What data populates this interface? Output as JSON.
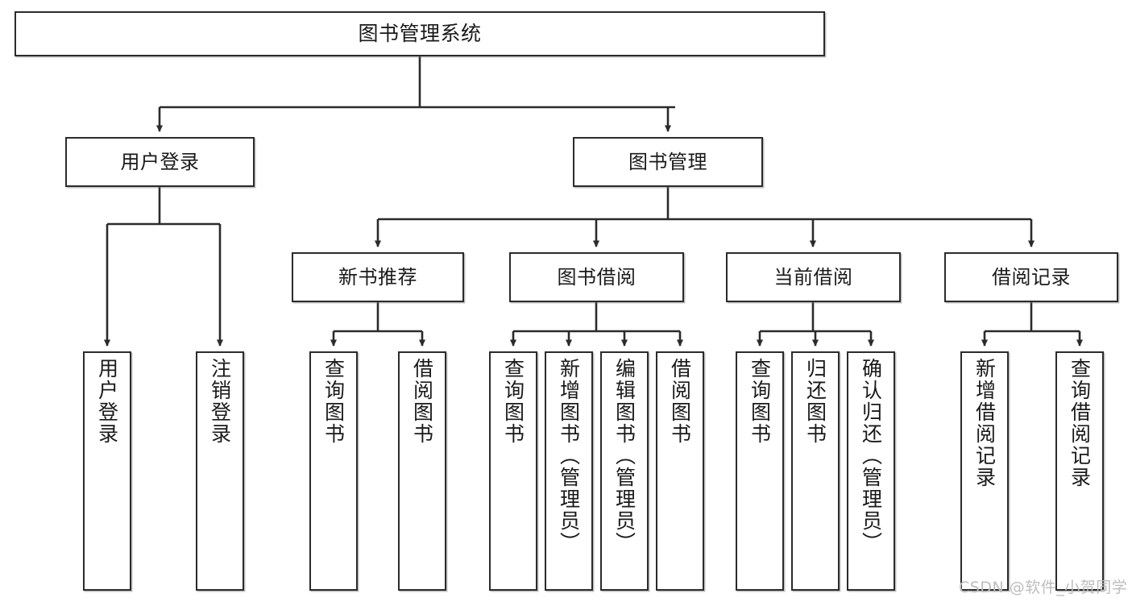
{
  "diagram": {
    "title_node": {
      "id": "root",
      "label": "图书管理系统"
    },
    "level2": [
      {
        "id": "user-login",
        "label": "用户登录"
      },
      {
        "id": "book-manage",
        "label": "图书管理"
      }
    ],
    "level3": [
      {
        "id": "new-book-recommend",
        "label": "新书推荐"
      },
      {
        "id": "book-borrow",
        "label": "图书借阅"
      },
      {
        "id": "current-borrow",
        "label": "当前借阅"
      },
      {
        "id": "borrow-record",
        "label": "借阅记录"
      }
    ],
    "leaves": {
      "user_login": [
        {
          "id": "leaf-user-login",
          "label": "用户登录"
        },
        {
          "id": "leaf-logout-login",
          "label": "注销登录"
        }
      ],
      "new_book_recommend": [
        {
          "id": "leaf-query-book-1",
          "label": "查询图书"
        },
        {
          "id": "leaf-borrow-book-1",
          "label": "借阅图书"
        }
      ],
      "book_borrow": [
        {
          "id": "leaf-query-book-2",
          "label": "查询图书"
        },
        {
          "id": "leaf-add-book",
          "label": "新增图书（管理员）"
        },
        {
          "id": "leaf-edit-book",
          "label": "编辑图书（管理员）"
        },
        {
          "id": "leaf-borrow-book-2",
          "label": "借阅图书"
        }
      ],
      "current_borrow": [
        {
          "id": "leaf-query-book-3",
          "label": "查询图书"
        },
        {
          "id": "leaf-return-book",
          "label": "归还图书"
        },
        {
          "id": "leaf-confirm-return",
          "label": "确认归还（管理员）"
        }
      ],
      "borrow_record": [
        {
          "id": "leaf-add-record",
          "label": "新增借阅记录"
        },
        {
          "id": "leaf-query-record",
          "label": "查询借阅记录"
        }
      ]
    }
  },
  "watermark": {
    "text": "CSDN @软件_小贺同学"
  },
  "colors": {
    "stroke": "#2b2b2b",
    "fill": "#ffffff",
    "text": "#1a1a1a",
    "watermark": "#bdbdbd"
  }
}
